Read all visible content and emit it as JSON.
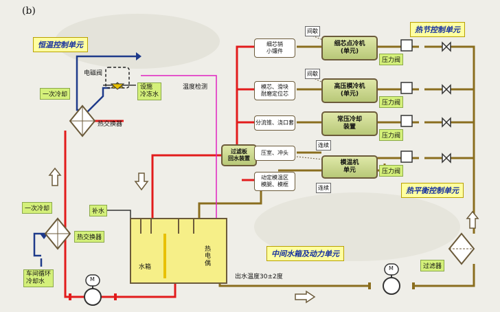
{
  "panel_label": "(b)",
  "titles": {
    "thermostatic": "恒温控制单元",
    "heat_regulation": "热节控制单元",
    "heat_balance": "热平衡控制单元",
    "intermediate": "中间水箱及动力单元"
  },
  "labels": {
    "primary_cooling_top": "一次冷却",
    "solenoid_valve": "电磁阀",
    "facility_cold_water": "设施\n冷冻水",
    "temperature_detect": "温度检测",
    "heat_exchanger_top": "热交换器",
    "primary_cooling_bottom": "一次冷却",
    "heat_exchanger_bottom": "热交换器",
    "workshop_cooling": "车间循环\n冷却水",
    "make_up_water": "补水",
    "water_tank": "水箱",
    "thermocouple": "热\n电\n偶",
    "filter_return": "过滤板\n回水装置",
    "outlet_temp": "出水温度30±2度",
    "filter": "过滤器"
  },
  "small_boxes": {
    "thin_core": "细芯销\n小镶件",
    "mold_core": "模芯、滑块\n耐磨定位芯",
    "diverter": "分流锥、浇口套",
    "punch": "压室、冲头",
    "mold_zone": "动定模温区\n模腿、模框"
  },
  "units": {
    "spot_cooler": "细芯点冷机\n(单元)",
    "hp_cooler": "高压模冷机\n(单元)",
    "np_cooler": "常压冷却\n装置",
    "mold_temp": "模温机\n单元"
  },
  "tags": {
    "intermittent1": "间歇",
    "intermittent2": "间歇",
    "continuous1": "连续",
    "continuous2": "连续",
    "pressure_valve": "压力阀"
  },
  "pump_label": "M"
}
